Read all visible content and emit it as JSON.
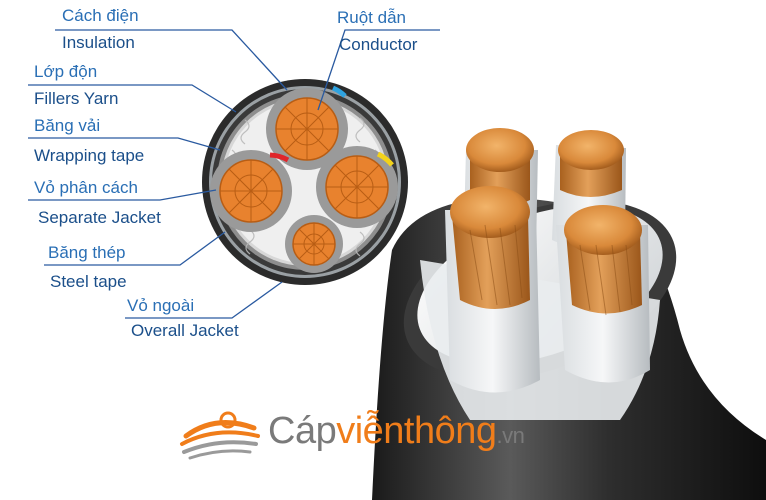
{
  "diagram": {
    "labels": [
      {
        "id": "insulation",
        "vi": "Cách điện",
        "en": "Insulation"
      },
      {
        "id": "conductor",
        "vi": "Ruột dẫn",
        "en": "Conductor"
      },
      {
        "id": "fillers",
        "vi": "Lớp độn",
        "en": "Fillers Yarn"
      },
      {
        "id": "wrapping",
        "vi": "Băng vải",
        "en": "Wrapping tape"
      },
      {
        "id": "separate",
        "vi": "Vỏ phân cách",
        "en": "Separate Jacket"
      },
      {
        "id": "steel",
        "vi": "Băng thép",
        "en": "Steel tape"
      },
      {
        "id": "overall",
        "vi": "Vỏ ngoài",
        "en": "Overall Jacket"
      }
    ]
  },
  "brand": {
    "part1": "Cáp",
    "part2": "viễnthông",
    "part3": ".vn"
  },
  "colors": {
    "label_vi": "#2a6fb5",
    "label_en": "#1b4f8a",
    "leader_line": "#2a5aa0",
    "copper": "#e8822e",
    "insulation": "#9a9a9a",
    "outer_jacket": "#2b2b2b",
    "brand_orange": "#f07d1a",
    "brand_gray": "#7a7a7a"
  }
}
